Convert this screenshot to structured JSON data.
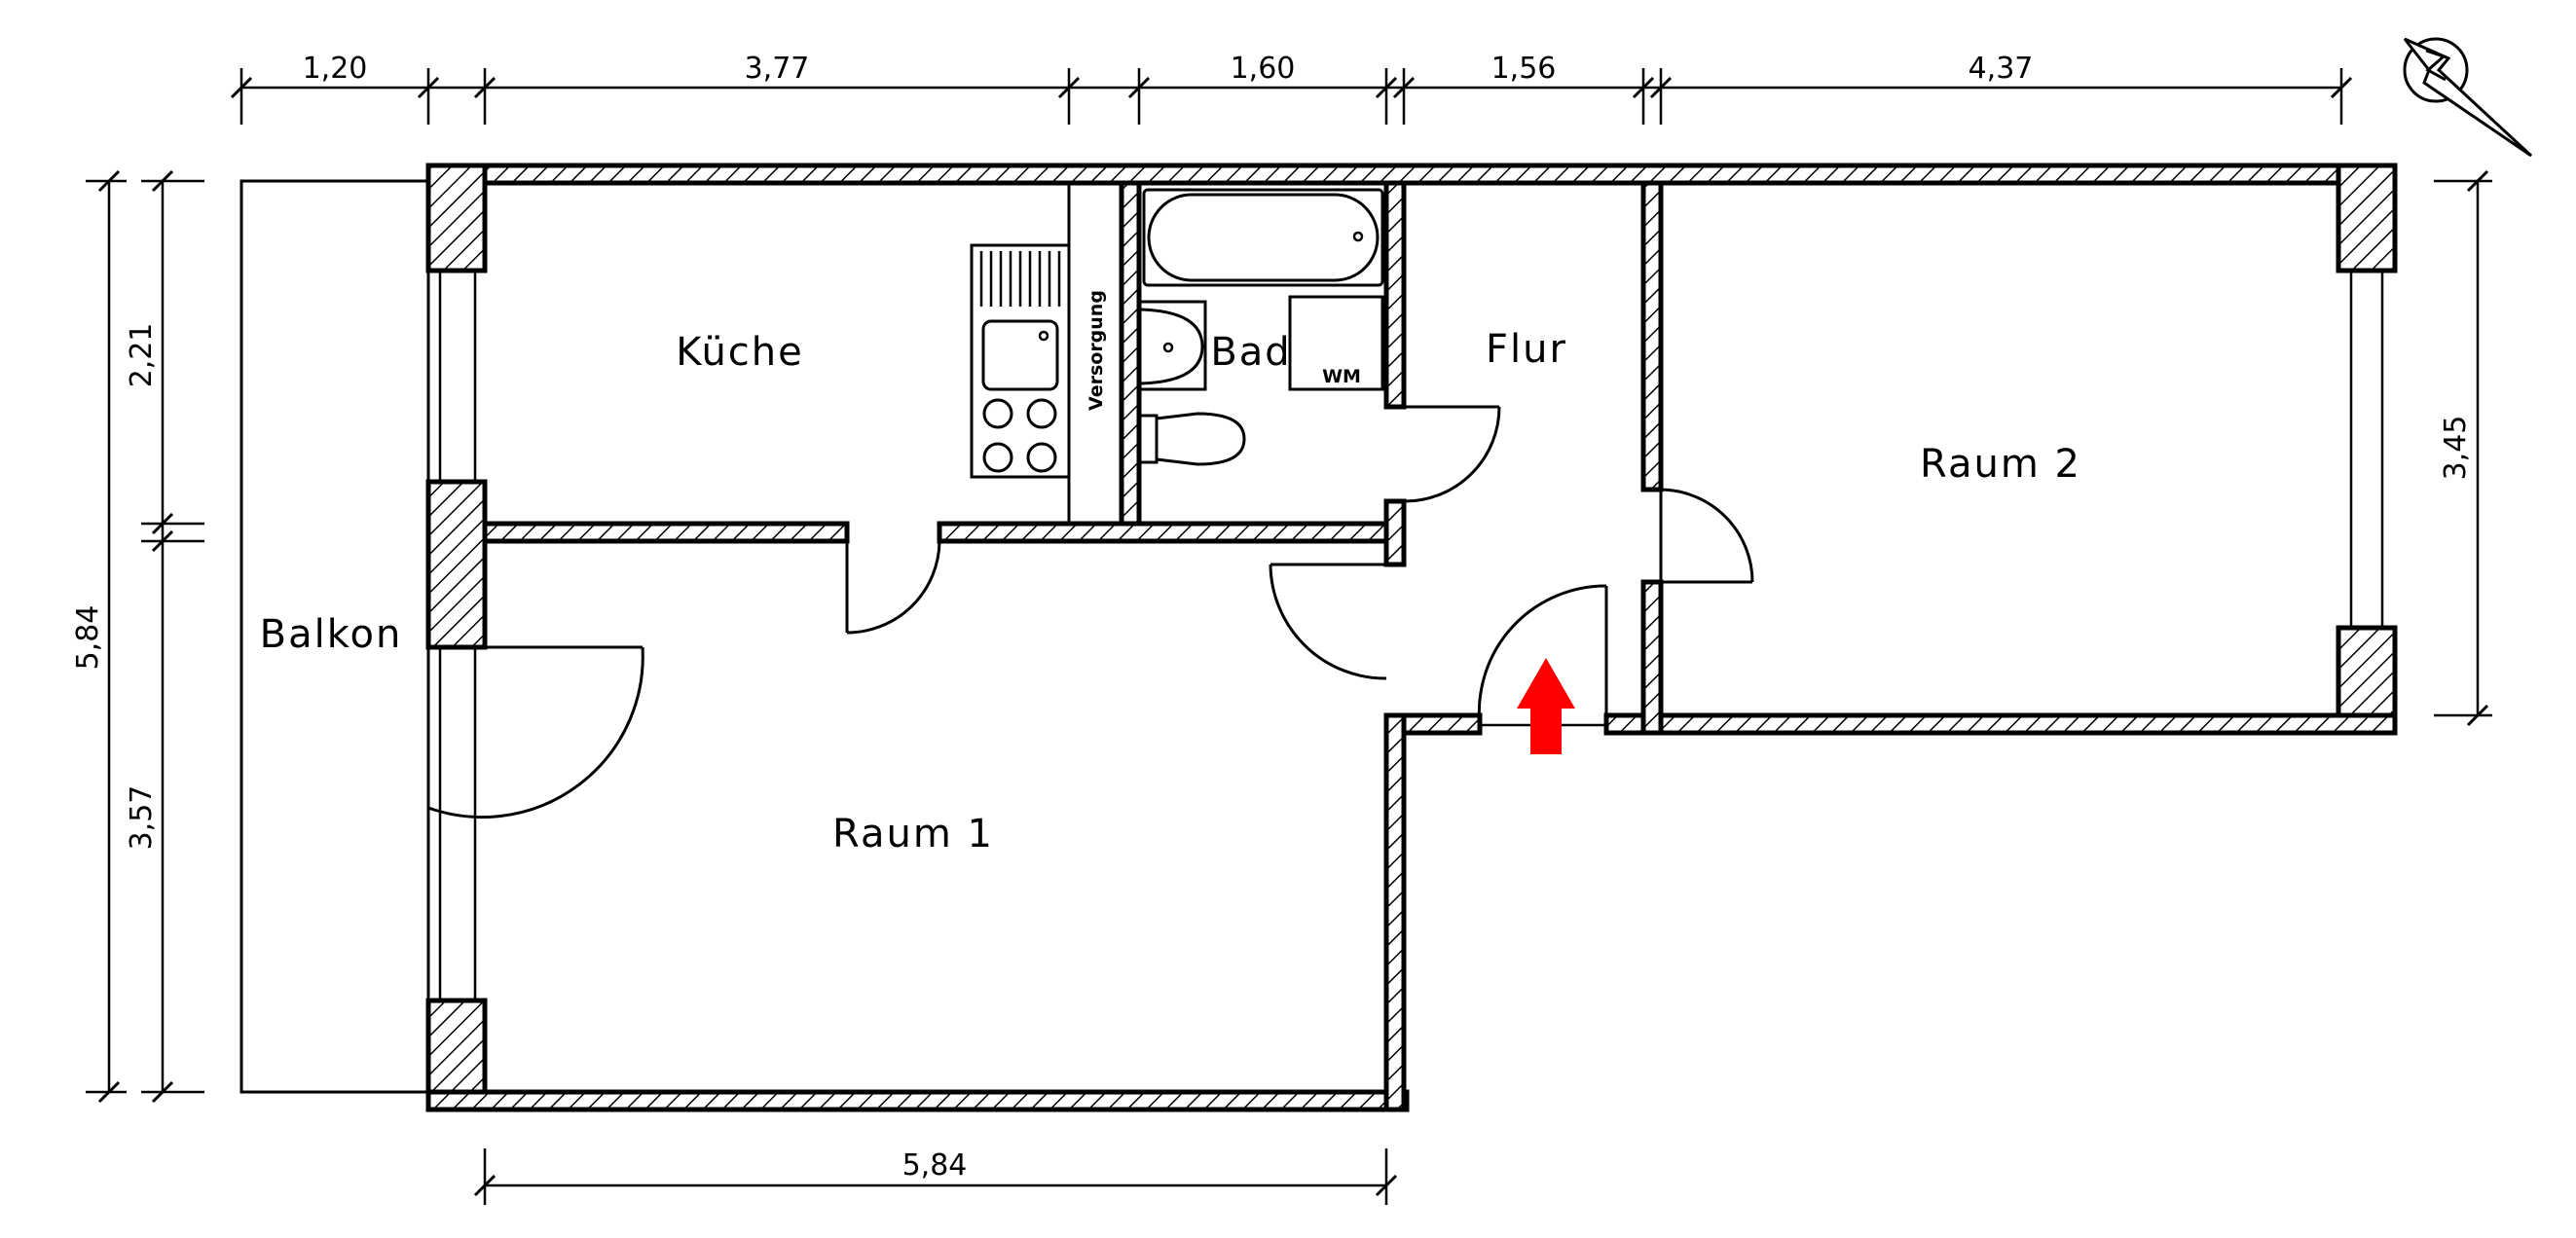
{
  "rooms": {
    "kueche": "Küche",
    "bad": "Bad",
    "flur": "Flur",
    "raum1": "Raum 1",
    "raum2": "Raum 2",
    "balkon": "Balkon"
  },
  "labels": {
    "versorgung": "Versorgung",
    "wm": "WM"
  },
  "dimensions": {
    "top": [
      "1,20",
      "3,77",
      "1,60",
      "1,56",
      "4,37"
    ],
    "left_outer": "5,84",
    "left_inner_top": "2,21",
    "left_inner_bottom": "3,57",
    "right": "3,45",
    "bottom": "5,84"
  },
  "colors": {
    "entrance_arrow": "#ff0000",
    "lines": "#000000"
  },
  "icons": {
    "compass": "north-arrow-icon",
    "entrance": "entrance-arrow-icon"
  }
}
